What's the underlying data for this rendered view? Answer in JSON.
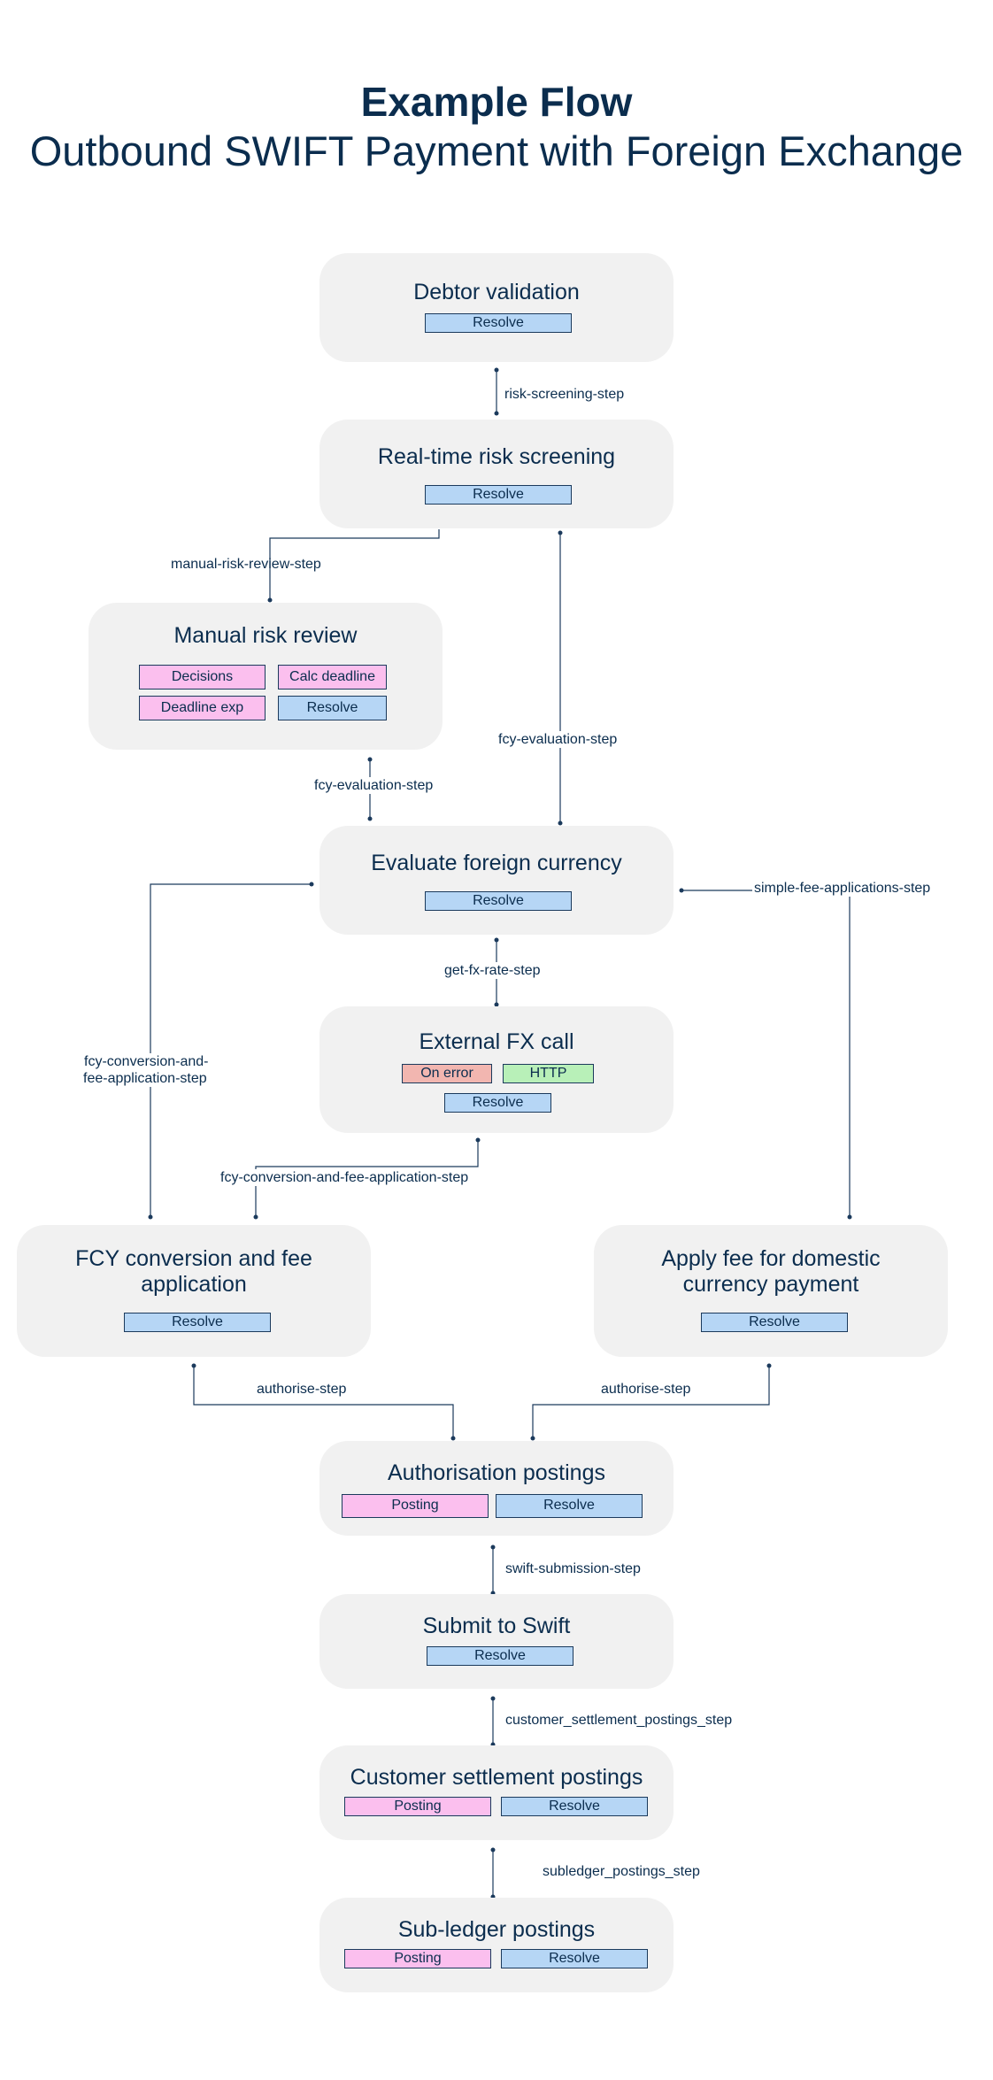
{
  "header": {
    "title": "Example Flow",
    "subtitle": "Outbound SWIFT Payment with Foreign Exchange"
  },
  "nodes": {
    "debtor": {
      "title": "Debtor validation",
      "resolve": "Resolve"
    },
    "risk": {
      "title": "Real-time risk screening",
      "resolve": "Resolve"
    },
    "manual": {
      "title": "Manual risk review",
      "decisions": "Decisions",
      "calc": "Calc deadline",
      "deadline_exp": "Deadline exp",
      "resolve": "Resolve"
    },
    "evaluate": {
      "title": "Evaluate foreign currency",
      "resolve": "Resolve"
    },
    "fx": {
      "title": "External FX call",
      "on_error": "On error",
      "http": "HTTP",
      "resolve": "Resolve"
    },
    "fcy": {
      "title_line1": "FCY conversion and fee",
      "title_line2": "application",
      "resolve": "Resolve"
    },
    "domestic": {
      "title_line1": "Apply fee for domestic",
      "title_line2": "currency payment",
      "resolve": "Resolve"
    },
    "auth": {
      "title": "Authorisation postings",
      "posting": "Posting",
      "resolve": "Resolve"
    },
    "swift": {
      "title": "Submit to Swift",
      "resolve": "Resolve"
    },
    "settlement": {
      "title": "Customer settlement postings",
      "posting": "Posting",
      "resolve": "Resolve"
    },
    "subledger": {
      "title": "Sub-ledger postings",
      "posting": "Posting",
      "resolve": "Resolve"
    }
  },
  "edges": {
    "risk_screening": "risk-screening-step",
    "manual_risk_review": "manual-risk-review-step",
    "fcy_eval_right": "fcy-evaluation-step",
    "fcy_eval_left": "fcy-evaluation-step",
    "simple_fee": "simple-fee-applications-step",
    "get_fx_rate": "get-fx-rate-step",
    "fcy_conv_left_1": "fcy-conversion-and-",
    "fcy_conv_left_2": "fee-application-step",
    "fcy_conv_center": "fcy-conversion-and-fee-application-step",
    "authorise_left": "authorise-step",
    "authorise_right": "authorise-step",
    "swift_submission": "swift-submission-step",
    "customer_settlement": "customer_settlement_postings_step",
    "subledger": "subledger_postings_step"
  },
  "colors": {
    "text": "#0b2d4e",
    "node_bg": "#f1f1f1",
    "resolve": "#b6d6f5",
    "posting": "#fbbfee",
    "on_error": "#f2b6b0",
    "http": "#b8f0b8",
    "connector": "#1b3a5c"
  }
}
